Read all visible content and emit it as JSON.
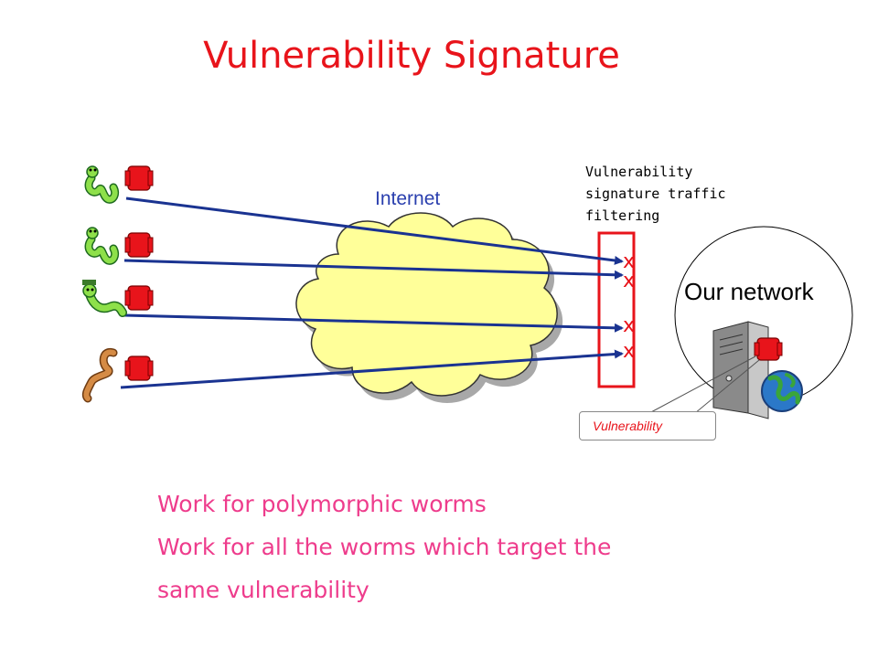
{
  "title": "Vulnerability Signature",
  "diagram": {
    "internet_label": "Internet",
    "filter_label_lines": [
      "Vulnerability",
      "signature traffic",
      "filtering"
    ],
    "network_label": "Our network",
    "vulnerability_label": "Vulnerability",
    "blocked_marks": [
      "x",
      "x",
      "x",
      "x"
    ],
    "colors": {
      "title": "#e8141b",
      "arrows": "#1a3391",
      "cloud": "#ffff99",
      "filter_box": "#e8141b",
      "bullets": "#ee3c8c",
      "internet_label": "#2a3fae"
    },
    "icons": [
      "worm-icon",
      "worm-icon",
      "worm-with-hat-icon",
      "brown-worm-icon",
      "exploit-packet-icon",
      "server-icon",
      "globe-icon",
      "cloud-icon"
    ]
  },
  "bullets": [
    "Work for polymorphic worms",
    "Work for all the worms which target the",
    "same vulnerability"
  ]
}
